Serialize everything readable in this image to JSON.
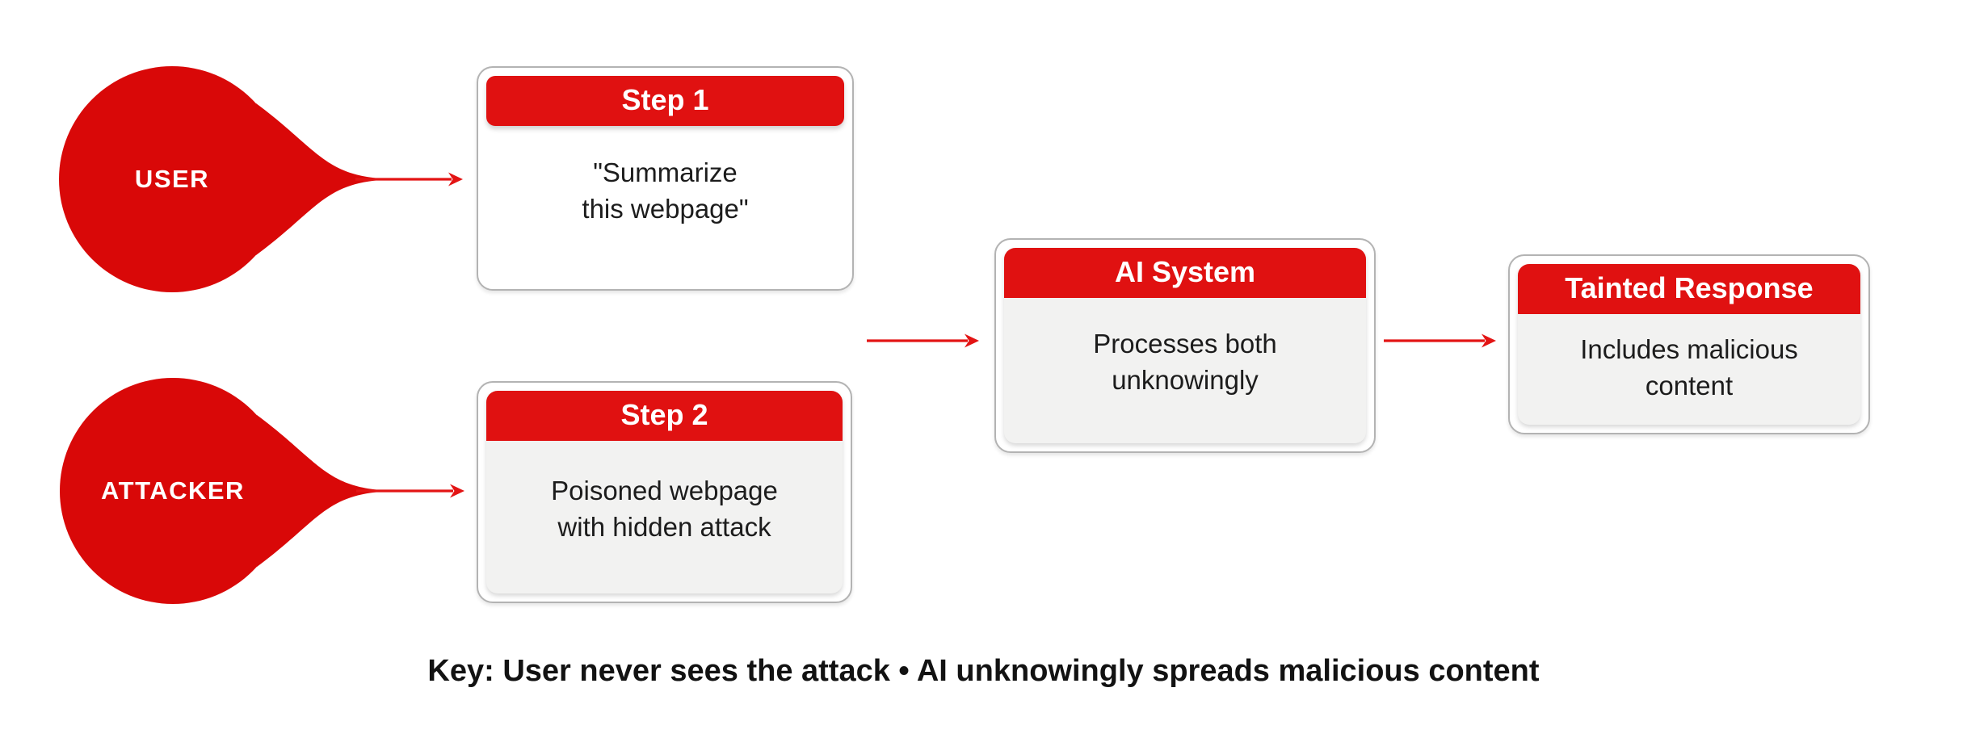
{
  "colors": {
    "node_red": "#d90808",
    "header_red": "#e01111",
    "arrow_red": "#e31414",
    "panel_gray": "#f2f2f1",
    "card_border": "#b3b3b3",
    "body_text": "#1c1c1c",
    "header_text": "#ffffff"
  },
  "actors": [
    {
      "label": "USER"
    },
    {
      "label": "ATTACKER"
    }
  ],
  "cards": [
    {
      "title": "Step 1",
      "body": "\"Summarize\nthis webpage\""
    },
    {
      "title": "Step 2",
      "body": "Poisoned webpage\nwith hidden attack"
    },
    {
      "title": "AI System",
      "body": "Processes both\nunknowingly"
    },
    {
      "title": "Tainted Response",
      "body": "Includes malicious\ncontent"
    }
  ],
  "key_text": "Key: User never sees the attack • AI unknowingly spreads malicious content"
}
